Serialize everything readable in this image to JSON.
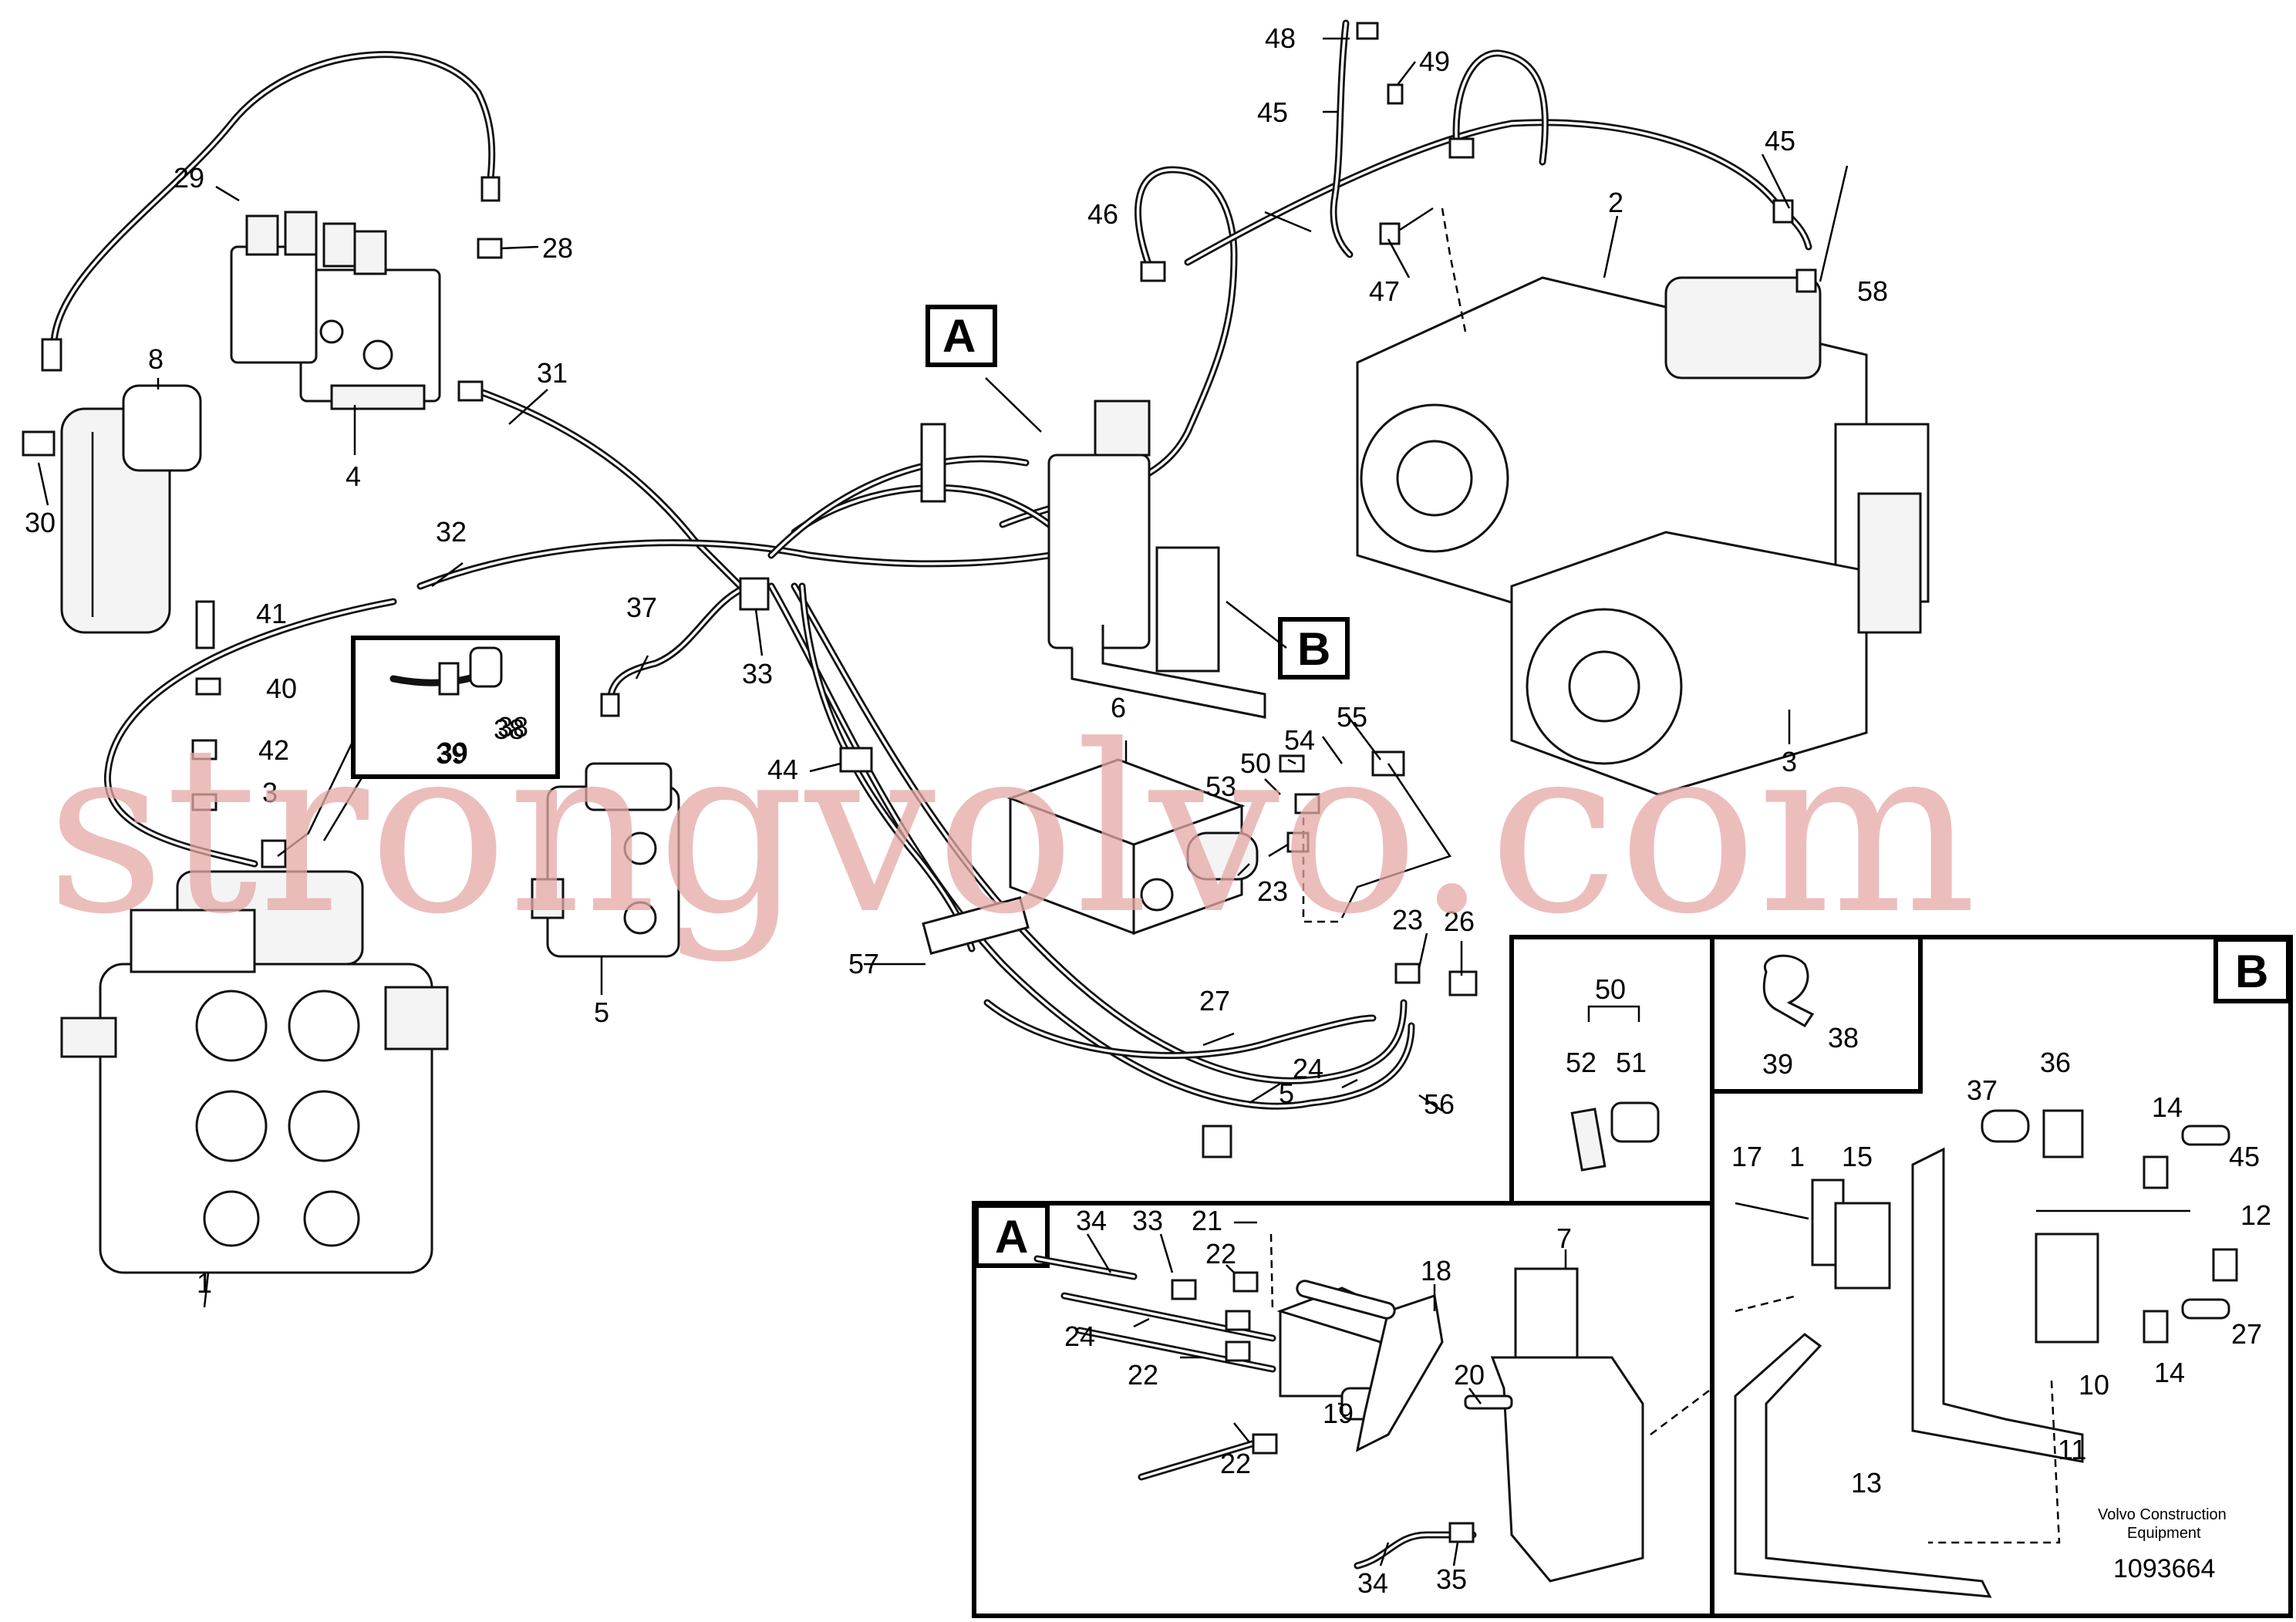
{
  "callouts": [
    "1",
    "2",
    "3",
    "4",
    "5",
    "6",
    "8",
    "23",
    "27",
    "24",
    "5",
    "56",
    "28",
    "29",
    "30",
    "31",
    "32",
    "33",
    "37",
    "41",
    "40",
    "42",
    "3",
    "38",
    "39",
    "44",
    "45",
    "46",
    "47",
    "48",
    "49",
    "55",
    "54",
    "50",
    "53",
    "23",
    "26",
    "56",
    "57",
    "58"
  ],
  "detail_A": {
    "letter": "A",
    "labels": [
      "34",
      "33",
      "21",
      "22",
      "22",
      "24",
      "22",
      "7",
      "18",
      "20",
      "19",
      "34",
      "35"
    ]
  },
  "detail_B": {
    "letter": "B",
    "labels": [
      "37",
      "36",
      "14",
      "45",
      "17",
      "1",
      "15",
      "12",
      "27",
      "14",
      "10",
      "11",
      "13"
    ]
  },
  "detail_50": {
    "labels": [
      "50",
      "52",
      "51"
    ]
  },
  "detail_38": {
    "labels": [
      "38",
      "39"
    ]
  },
  "section_markers": [
    "A",
    "B"
  ],
  "inset_38": {
    "labels": [
      "38",
      "39"
    ]
  },
  "footer": {
    "company": "Volvo Construction",
    "company2": "Equipment",
    "doc_number": "1093664"
  },
  "watermark": "strongvolvo.com",
  "colors": {
    "line": "#111111",
    "watermark": "#e5a9a6",
    "background": "#ffffff"
  }
}
